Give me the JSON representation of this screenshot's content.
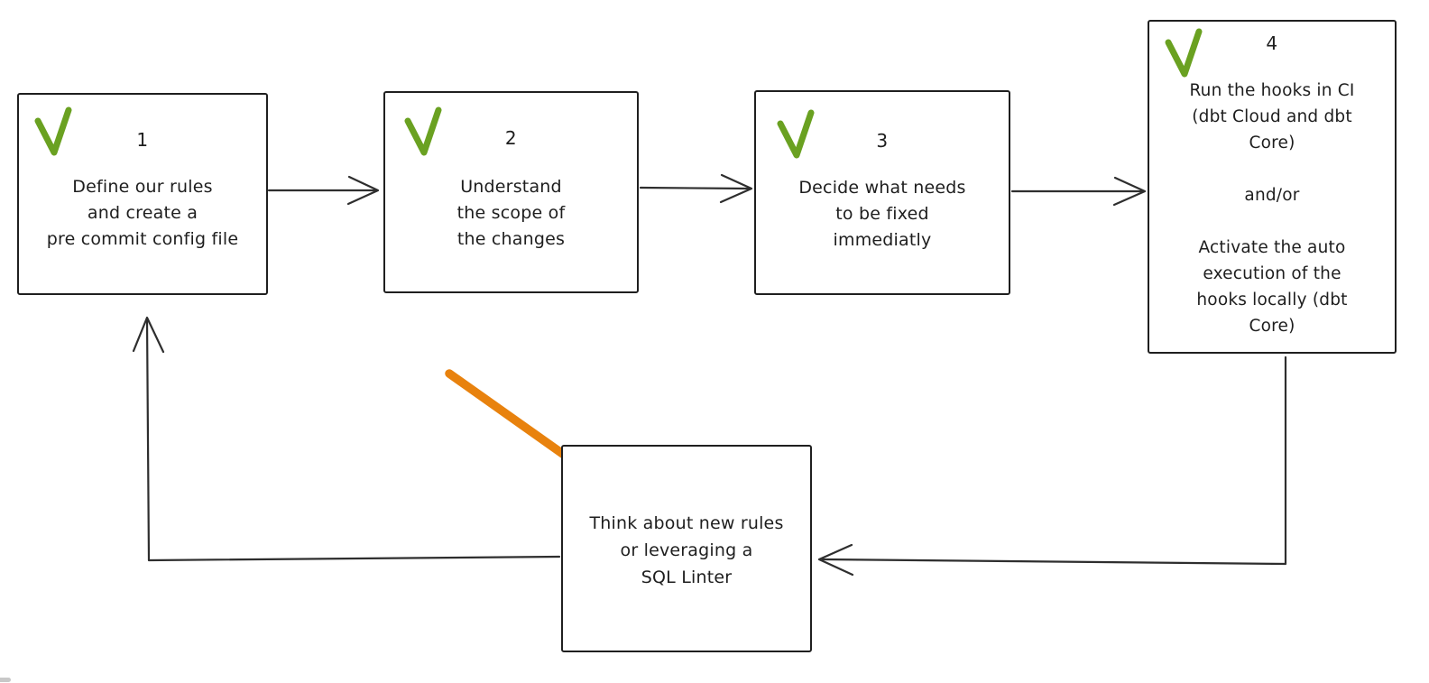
{
  "diagram_type": "flowchart",
  "steps": [
    {
      "id": "step-1",
      "number": "1",
      "checked": true,
      "text": "Define our rules\nand create a\npre commit config file"
    },
    {
      "id": "step-2",
      "number": "2",
      "checked": true,
      "text": "Understand\nthe scope of\nthe changes"
    },
    {
      "id": "step-3",
      "number": "3",
      "checked": true,
      "text": "Decide what needs\nto be fixed\nimmediatly"
    },
    {
      "id": "step-4",
      "number": "4",
      "checked": true,
      "text": "Run the hooks in CI\n(dbt Cloud and dbt\nCore)\n\nand/or\n\nActivate the auto\nexecution of the\nhooks locally (dbt\nCore)"
    },
    {
      "id": "think-box",
      "checked": false,
      "text": "Think about new rules\nor leveraging a\nSQL Linter"
    }
  ],
  "arrows": [
    {
      "from": "step-1",
      "to": "step-2",
      "style": "plain"
    },
    {
      "from": "step-2",
      "to": "step-3",
      "style": "plain"
    },
    {
      "from": "step-3",
      "to": "step-4",
      "style": "plain"
    },
    {
      "from": "step-4",
      "to": "think-box",
      "style": "elbow-down-left"
    },
    {
      "from": "think-box",
      "to": "step-1",
      "style": "elbow-left-up"
    },
    {
      "from": null,
      "to": "think-box",
      "style": "highlight",
      "color": "#e8820e"
    }
  ],
  "icons": {
    "checkmark": "✓",
    "arrow_right": "→",
    "arrow_left": "←",
    "arrow_up": "↑",
    "arrow_down_right": "↘"
  },
  "colors": {
    "background": "#ffffff",
    "box_border": "#1f1f1f",
    "text": "#1e1e1e",
    "check_green": "#6aa121",
    "arrow_black": "#2e2e2e",
    "highlight_orange": "#e8820e"
  }
}
